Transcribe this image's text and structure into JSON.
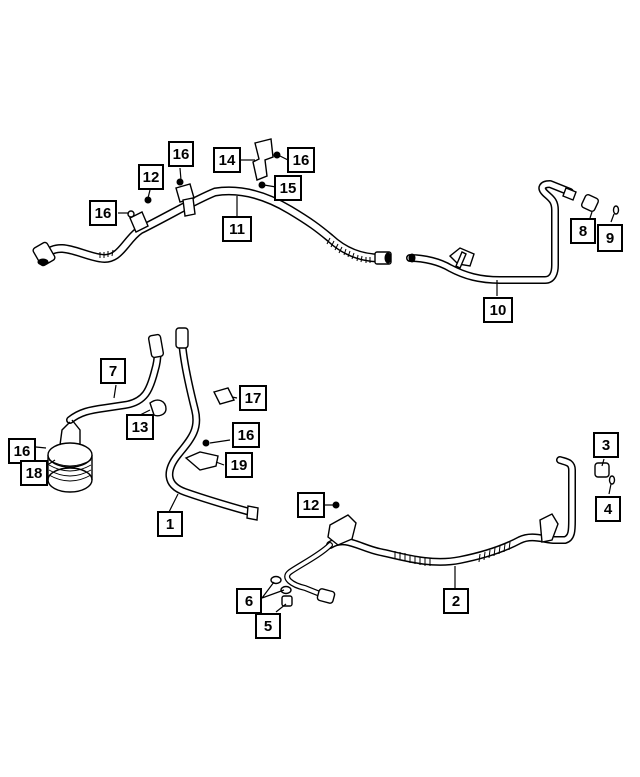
{
  "callouts": {
    "c1": "1",
    "c2": "2",
    "c3": "3",
    "c4": "4",
    "c5": "5",
    "c6": "6",
    "c7": "7",
    "c8": "8",
    "c9": "9",
    "c10": "10",
    "c11": "11",
    "c12a": "12",
    "c12b": "12",
    "c13": "13",
    "c14": "14",
    "c15": "15",
    "c16a": "16",
    "c16b": "16",
    "c16c": "16",
    "c16d": "16",
    "c16e": "16",
    "c17": "17",
    "c18": "18",
    "c19": "19"
  }
}
